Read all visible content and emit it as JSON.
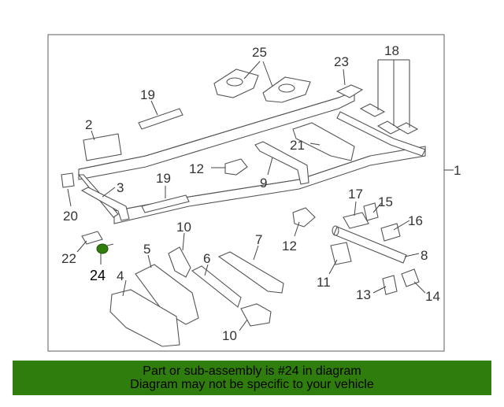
{
  "diagram": {
    "highlight_color": "#2f7d0c",
    "frame_label": "1",
    "callouts": {
      "c25": "25",
      "c23": "23",
      "c18": "18",
      "c19a": "19",
      "c2": "2",
      "c21": "21",
      "c12a": "12",
      "c9": "9",
      "c3": "3",
      "c19b": "19",
      "c20": "20",
      "c17": "17",
      "c15": "15",
      "c16": "16",
      "c10a": "10",
      "c12b": "12",
      "c7": "7",
      "c22": "22",
      "c24": "24",
      "c5": "5",
      "c6": "6",
      "c8": "8",
      "c4": "4",
      "c11": "11",
      "c13": "13",
      "c14": "14",
      "c10b": "10"
    },
    "highlighted_part": "24"
  },
  "banner": {
    "line1": "Part or sub-assembly is #24 in diagram",
    "line2": "Diagram may not be specific to your vehicle",
    "background": "#2f7d0c"
  }
}
